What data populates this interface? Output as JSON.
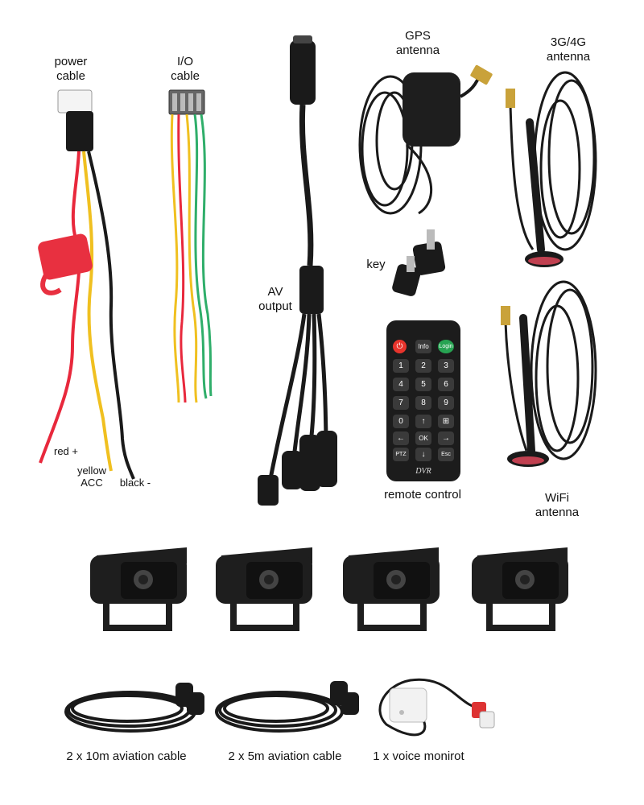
{
  "labels": {
    "power_cable": [
      "power",
      "cable"
    ],
    "io_cable": [
      "I/O",
      "cable"
    ],
    "gps_antenna": [
      "GPS",
      "antenna"
    ],
    "antenna_3g4g": [
      "3G/4G",
      "antenna"
    ],
    "key": "key",
    "av_output": [
      "AV",
      "output"
    ],
    "remote_control": "remote control",
    "wifi_antenna": [
      "WiFi",
      "antenna"
    ],
    "wire_red": "red +",
    "wire_yellow": [
      "yellow",
      "ACC"
    ],
    "wire_black": "black -",
    "aviation_10m": "2 x 10m aviation cable",
    "aviation_5m": "2 x 5m aviation cable",
    "voice_monitor": "1 x voice monirot"
  },
  "remote": {
    "brand": "DVR",
    "top_row": [
      "",
      "Info",
      "Login"
    ],
    "keys": [
      "1",
      "2",
      "3",
      "4",
      "5",
      "6",
      "7",
      "8",
      "9",
      "0",
      "↑",
      "⊞",
      "←",
      "OK",
      "→",
      "PTZ",
      "↓",
      "Esc"
    ]
  },
  "colors": {
    "cable": "#1a1a1a",
    "red_wire": "#e8283c",
    "yellow_wire": "#f0c020",
    "green_wire": "#2fae6a",
    "gold": "#c9a23a",
    "fuse": "#e83040",
    "remote_red": "#e8342c",
    "remote_green": "#27a352"
  }
}
